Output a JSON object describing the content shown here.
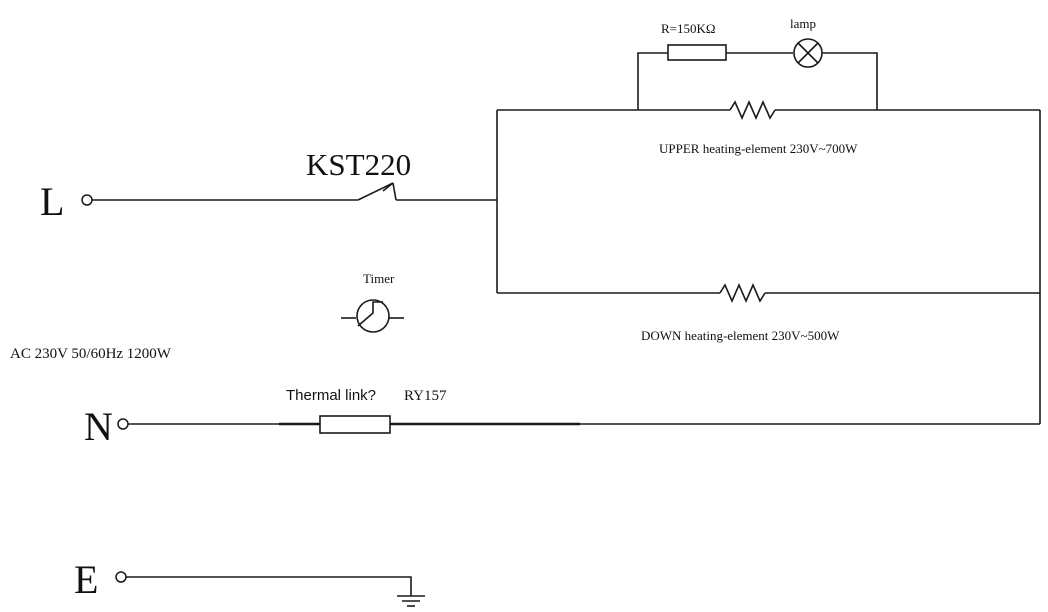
{
  "terminals": {
    "live": "L",
    "neutral": "N",
    "earth": "E"
  },
  "switch": {
    "label": "KST220"
  },
  "timer": {
    "label": "Timer"
  },
  "supply": {
    "label": "AC 230V 50/60Hz 1200W"
  },
  "thermal_link": {
    "question": "Thermal link?",
    "model": "RY157"
  },
  "resistor": {
    "label": "R=150KΩ"
  },
  "lamp": {
    "label": "lamp"
  },
  "upper_element": {
    "label": "UPPER heating-element 230V~700W"
  },
  "down_element": {
    "label": "DOWN heating-element 230V~500W"
  }
}
